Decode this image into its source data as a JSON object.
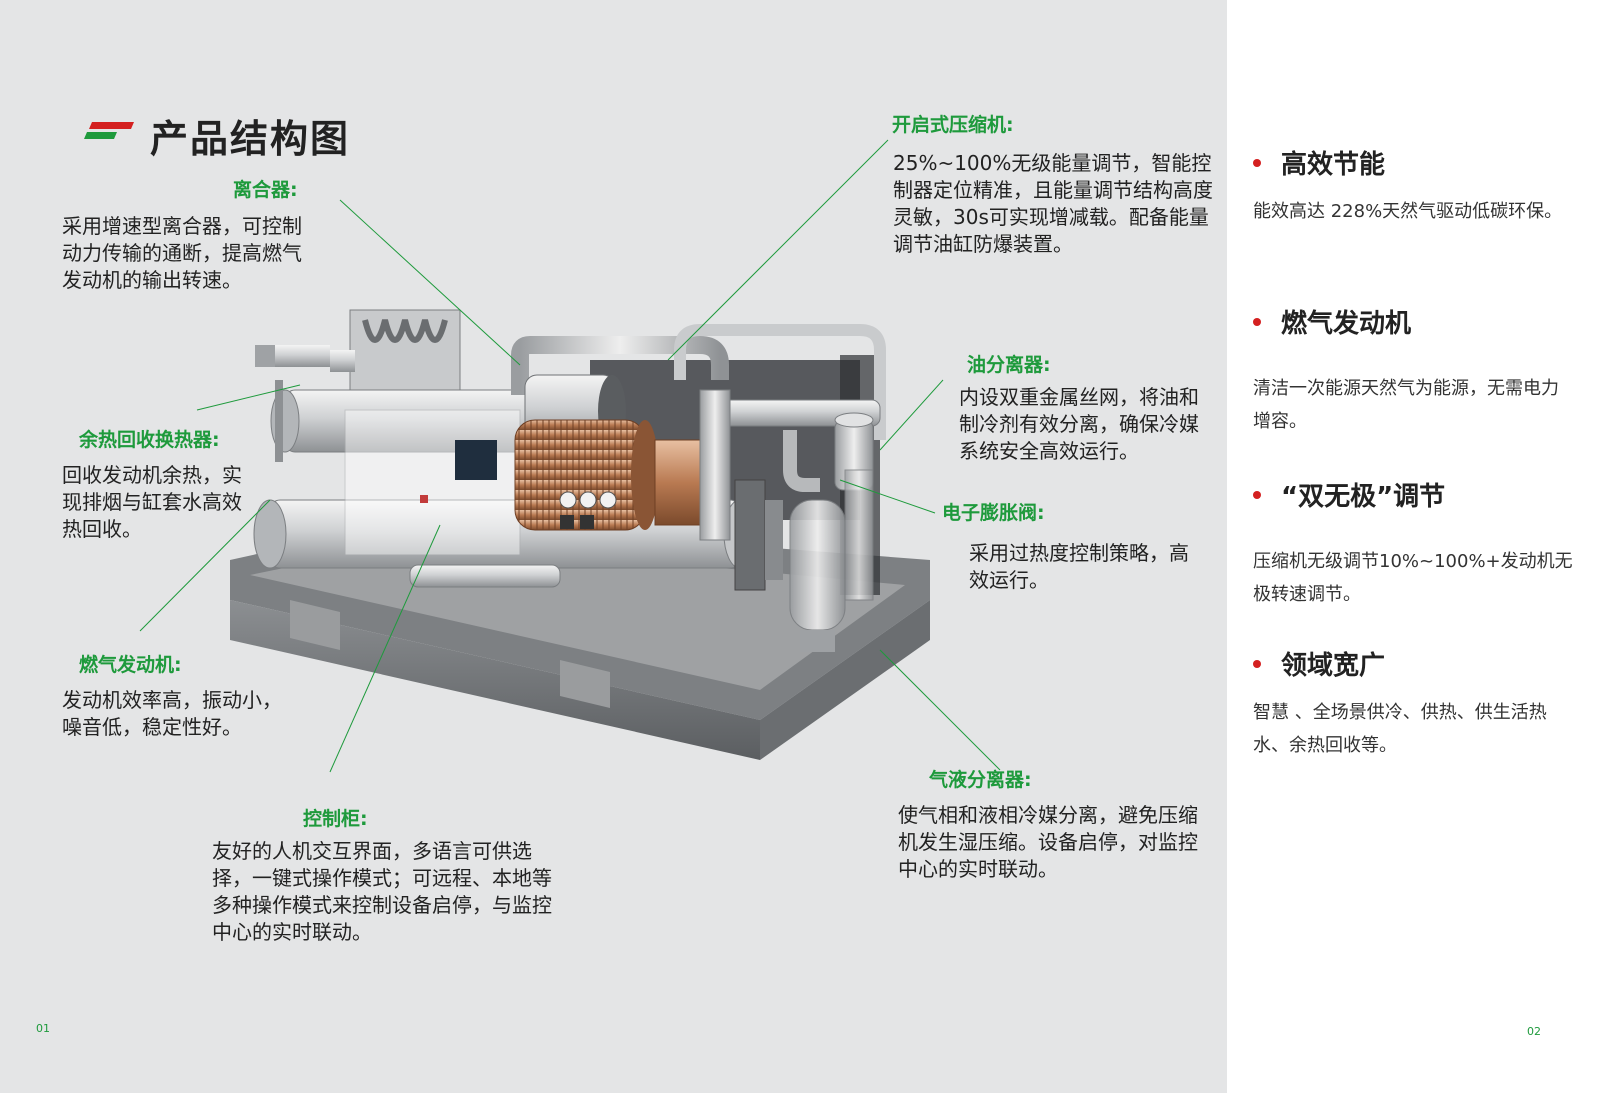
{
  "left": {
    "title": "产品结构图",
    "page_number": "01",
    "callouts": {
      "clutch": {
        "label": "离合器:",
        "text": "采用增速型离合器，可控制动力传输的通断，提高燃气发动机的输出转速。"
      },
      "heat_recovery": {
        "label": "余热回收换热器:",
        "text": "回收发动机余热，实现排烟与缸套水高效热回收。"
      },
      "gas_engine": {
        "label": "燃气发动机:",
        "text": "发动机效率高，振动小，噪音低，稳定性好。"
      },
      "control_cabinet": {
        "label": "控制柜:",
        "text": "友好的人机交互界面，多语言可供选择，一键式操作模式；可远程、本地等多种操作模式来控制设备启停，与监控中心的实时联动。"
      },
      "compressor": {
        "label": "开启式压缩机:",
        "text": "25%~100%无级能量调节，智能控制器定位精准，且能量调节结构高度灵敏，30s可实现增减载。配备能量调节油缸防爆装置。"
      },
      "oil_separator": {
        "label": "油分离器:",
        "text": "内设双重金属丝网，将油和制冷剂有效分离，确保冷媒系统安全高效运行。"
      },
      "expansion_valve": {
        "label": "电子膨胀阀:",
        "text": "采用过热度控制策略，高效运行。"
      },
      "gas_liquid_separator": {
        "label": "气液分离器:",
        "text": "使气相和液相冷媒分离，避免压缩机发生湿压缩。设备启停，对监控中心的实时联动。"
      }
    }
  },
  "right": {
    "page_number": "02",
    "features": [
      {
        "title": "高效节能",
        "text": "能效高达 228%天然气驱动低碳环保。"
      },
      {
        "title": "燃气发动机",
        "text": "清洁一次能源天然气为能源，无需电力增容。"
      },
      {
        "title": "“双无极”调节",
        "text": "压缩机无级调节10%~100%+发动机无极转速调节。"
      },
      {
        "title": "领域宽广",
        "text": "智慧 、全场景供冷、供热、供生活热水、余热回收等。"
      }
    ]
  },
  "colors": {
    "accent_green": "#1e9a3c",
    "accent_red": "#d42020",
    "page_bg": "#e4e5e6"
  }
}
